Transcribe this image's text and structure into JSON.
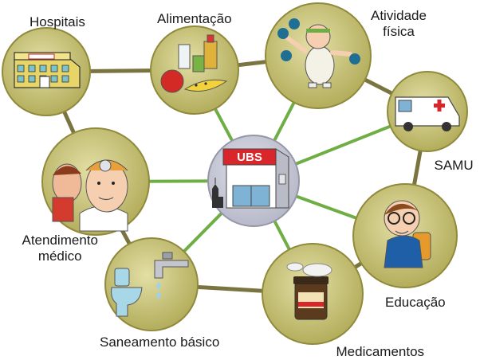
{
  "center": {
    "label": "UBS"
  },
  "nodes": [
    {
      "id": "hospitais",
      "label_lines": [
        "Hospitais"
      ],
      "icon": "hospital-building-icon"
    },
    {
      "id": "alimentacao",
      "label_lines": [
        "Alimentação"
      ],
      "icon": "food-icon"
    },
    {
      "id": "atividade-fisica",
      "label_lines": [
        "Atividade",
        "física"
      ],
      "icon": "exercise-icon"
    },
    {
      "id": "samu",
      "label_lines": [
        "SAMU"
      ],
      "icon": "ambulance-icon"
    },
    {
      "id": "educacao",
      "label_lines": [
        "Educação"
      ],
      "icon": "student-icon"
    },
    {
      "id": "medicamentos",
      "label_lines": [
        "Medicamentos"
      ],
      "icon": "medicine-icon"
    },
    {
      "id": "saneamento-basico",
      "label_lines": [
        "Saneamento básico"
      ],
      "icon": "faucet-toilet-icon"
    },
    {
      "id": "atendimento-medico",
      "label_lines": [
        "Atendimento",
        "médico"
      ],
      "icon": "doctor-icon"
    }
  ],
  "colors": {
    "node_fill": "#c9c37a",
    "node_edge": "#8f8a3c",
    "center_fill": "#c9cbd9",
    "ring_link": "#7a7540",
    "hub_link": "#6fae45",
    "ubs_red": "#d8262b"
  }
}
